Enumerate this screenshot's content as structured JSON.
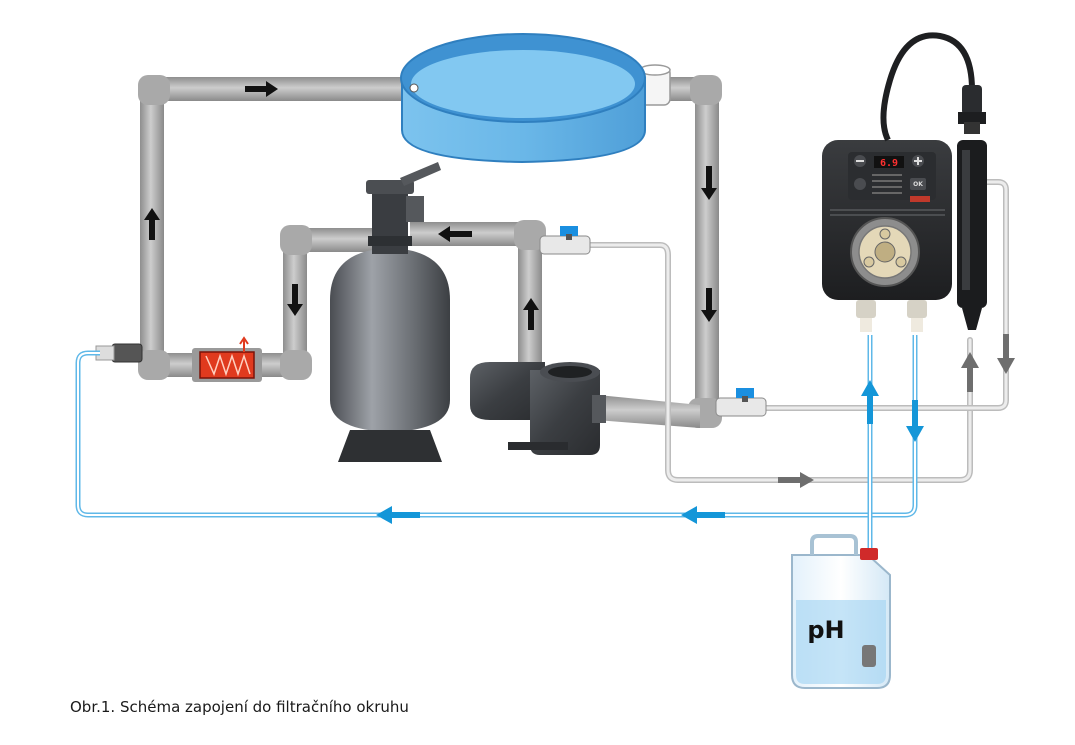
{
  "caption": "Obr.1. Schéma zapojení do filtračního okruhu",
  "canister_label": "pH",
  "pump_display_value": "6.9",
  "pump_ok_label": "OK",
  "colors": {
    "pipe": "#a6a6a6",
    "pipe_dark": "#7a7a7a",
    "pool_water": "#5aaee3",
    "pool_rim": "#3d8fd0",
    "dosing_tube": "#5fb8e8",
    "sample_tube": "#cfcfcf",
    "heater": "#e03a1e",
    "flow_arrow_black": "#111111",
    "flow_arrow_blue": "#1496d8",
    "flow_arrow_grey": "#6e6e6e"
  },
  "icons": [
    "pool-icon",
    "sand-filter-icon",
    "circulation-pump-icon",
    "heater-icon",
    "dosing-pump-icon",
    "ph-probe-icon",
    "chemical-canister-icon",
    "valve-icon",
    "flow-arrow-icon"
  ]
}
